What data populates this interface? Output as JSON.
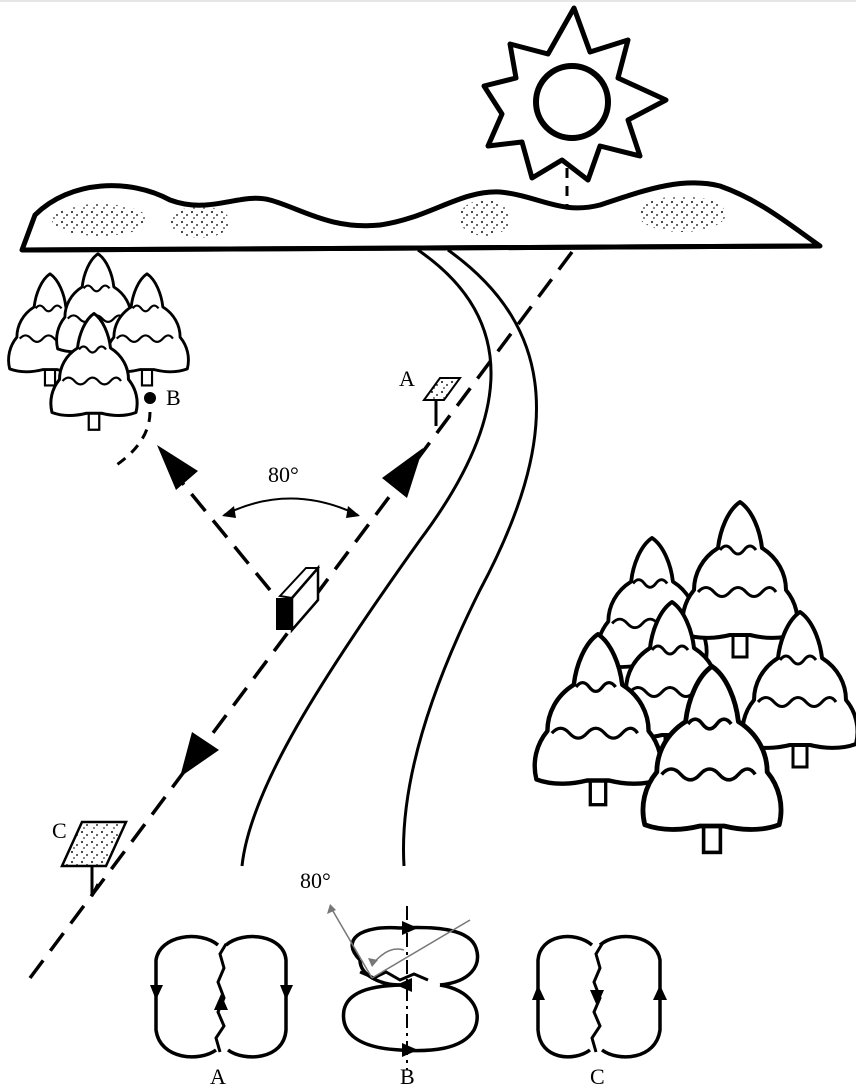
{
  "labels": {
    "marker_a": "A",
    "marker_b": "B",
    "marker_c": "C",
    "angle_main": "80°",
    "angle_loop": "80°",
    "pattern_a": "A",
    "pattern_b": "B",
    "pattern_c": "C"
  },
  "colors": {
    "ink": "#000000",
    "paper": "#ffffff",
    "scrub": "#444444",
    "thin_arrow": "#777777"
  },
  "icons": {
    "sun": "sun-icon",
    "tree": "snowy-pine-tree-icon",
    "sign": "trail-sign-icon",
    "compass": "compass-icon"
  }
}
